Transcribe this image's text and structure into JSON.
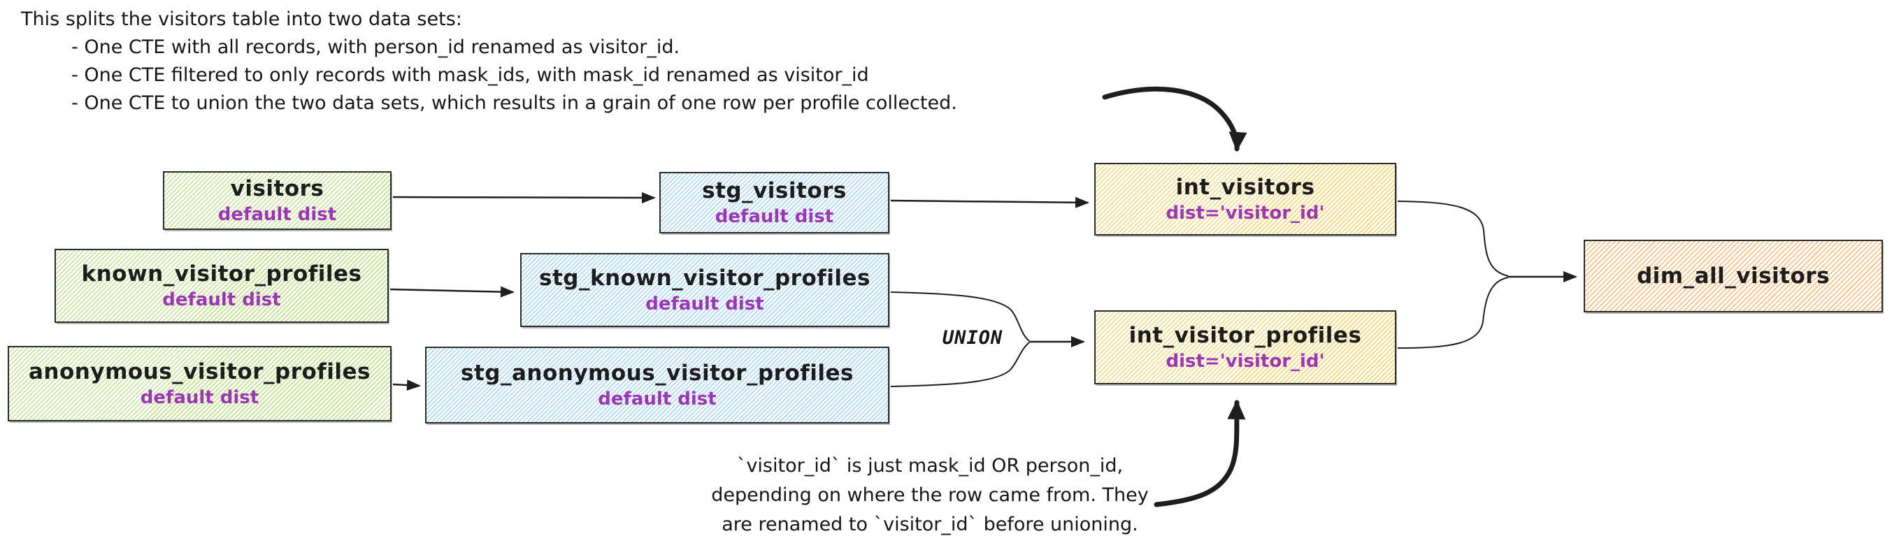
{
  "annotations": {
    "top_note": {
      "lines": [
        "This splits the visitors table into two data sets:",
        "- One CTE with all records, with person_id renamed as visitor_id.",
        "- One CTE filtered to only records with mask_ids, with mask_id renamed as visitor_id",
        "- One CTE to union the two data sets, which results in a grain of one row per profile collected."
      ]
    },
    "bottom_note": {
      "lines": [
        "`visitor_id` is just mask_id OR person_id,",
        "depending on where the row came from. They",
        "are renamed to `visitor_id` before unioning."
      ]
    },
    "union_label": "UNION"
  },
  "nodes": [
    {
      "id": "visitors",
      "title": "visitors",
      "subtitle": "default dist",
      "color": "green"
    },
    {
      "id": "known_visitor_profiles",
      "title": "known_visitor_profiles",
      "subtitle": "default dist",
      "color": "green"
    },
    {
      "id": "anonymous_visitor_profiles",
      "title": "anonymous_visitor_profiles",
      "subtitle": "default dist",
      "color": "green"
    },
    {
      "id": "stg_visitors",
      "title": "stg_visitors",
      "subtitle": "default dist",
      "color": "blue"
    },
    {
      "id": "stg_known_visitor_profiles",
      "title": "stg_known_visitor_profiles",
      "subtitle": "default dist",
      "color": "blue"
    },
    {
      "id": "stg_anonymous_visitor_profiles",
      "title": "stg_anonymous_visitor_profiles",
      "subtitle": "default dist",
      "color": "blue"
    },
    {
      "id": "int_visitors",
      "title": "int_visitors",
      "subtitle": "dist='visitor_id'",
      "color": "yellow"
    },
    {
      "id": "int_visitor_profiles",
      "title": "int_visitor_profiles",
      "subtitle": "dist='visitor_id'",
      "color": "yellow"
    },
    {
      "id": "dim_all_visitors",
      "title": "dim_all_visitors",
      "subtitle": "",
      "color": "orange"
    }
  ],
  "colors": {
    "stroke": "#1e1e1e",
    "subtitle_purple": "#9c36b5",
    "green_fill": "#82c91e",
    "blue_fill": "#4dabf7",
    "yellow_fill": "#f5b70a",
    "orange_fill": "#ff922b",
    "background": "#ffffff"
  }
}
